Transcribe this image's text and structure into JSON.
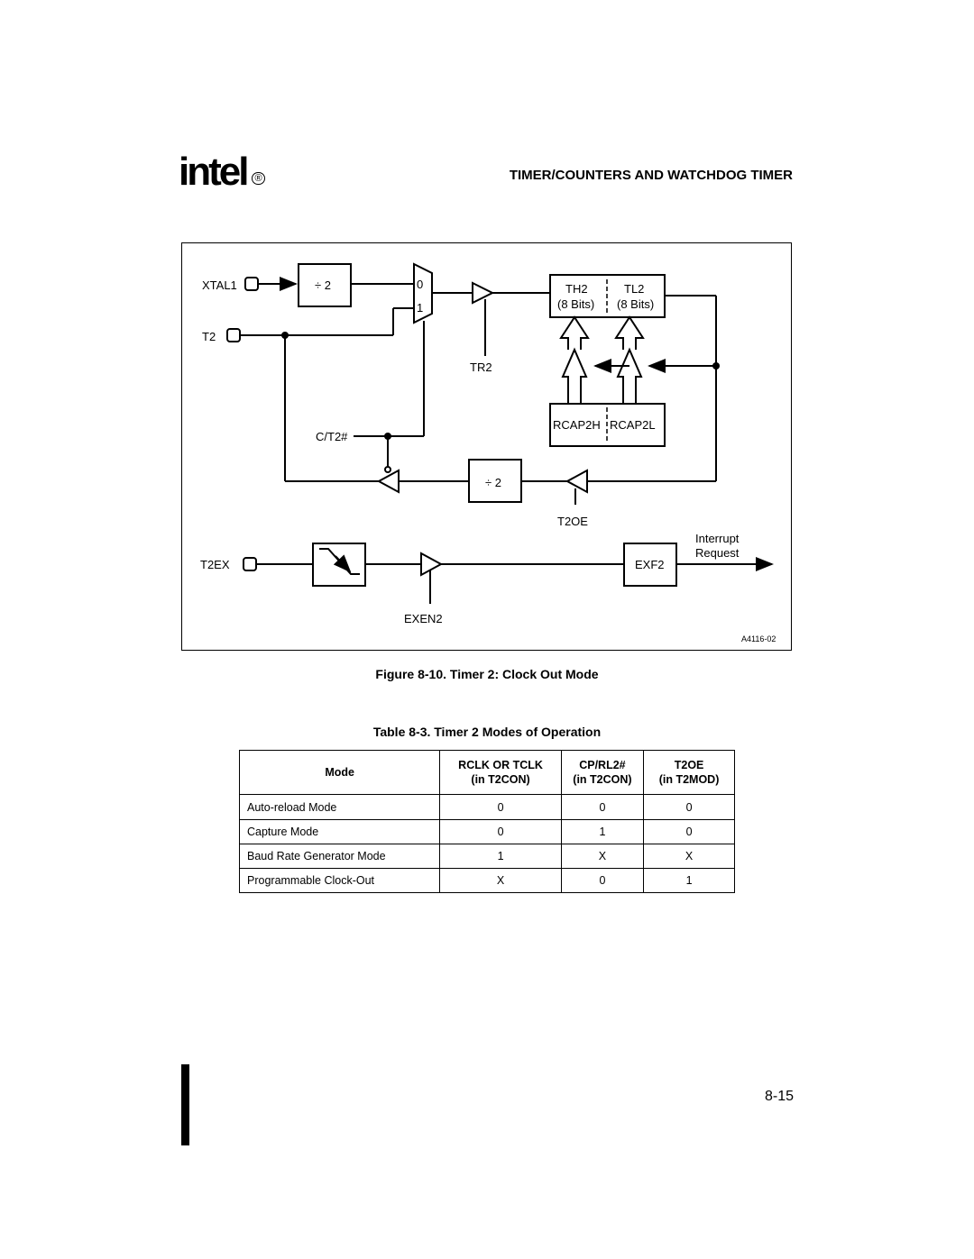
{
  "header": {
    "logo_text": "intel",
    "logo_reg": "®",
    "section_title": "TIMER/COUNTERS AND WATCHDOG TIMER"
  },
  "figure": {
    "labels": {
      "xtal1": "XTAL1",
      "t2": "T2",
      "div2_top": "÷ 2",
      "mux0": "0",
      "mux1": "1",
      "th2": "TH2",
      "th2_bits": "(8 Bits)",
      "tl2": "TL2",
      "tl2_bits": "(8 Bits)",
      "tr2": "TR2",
      "rcap2h": "RCAP2H",
      "rcap2l": "RCAP2L",
      "ct2": "C/T2#",
      "div2_bottom": "÷ 2",
      "t2oe": "T2OE",
      "t2ex": "T2EX",
      "exf2": "EXF2",
      "interrupt": "Interrupt",
      "request": "Request",
      "exen2": "EXEN2",
      "fig_id": "A4116-02"
    },
    "caption": "Figure 8-10.  Timer 2: Clock Out Mode"
  },
  "table": {
    "caption": "Table 8-3.  Timer 2 Modes of Operation",
    "headers": [
      {
        "line1": "Mode",
        "line2": ""
      },
      {
        "line1": "RCLK OR TCLK",
        "line2": "(in T2CON)"
      },
      {
        "line1": "CP/RL2#",
        "line2": "(in T2CON)"
      },
      {
        "line1": "T2OE",
        "line2": "(in T2MOD)"
      }
    ],
    "rows": [
      {
        "mode": "Auto-reload Mode",
        "rclk": "0",
        "cprl": "0",
        "t2oe": "0"
      },
      {
        "mode": "Capture Mode",
        "rclk": "0",
        "cprl": "1",
        "t2oe": "0"
      },
      {
        "mode": "Baud Rate Generator Mode",
        "rclk": "1",
        "cprl": "X",
        "t2oe": "X"
      },
      {
        "mode": "Programmable Clock-Out",
        "rclk": "X",
        "cprl": "0",
        "t2oe": "1"
      }
    ]
  },
  "footer": {
    "page_number": "8-15"
  }
}
